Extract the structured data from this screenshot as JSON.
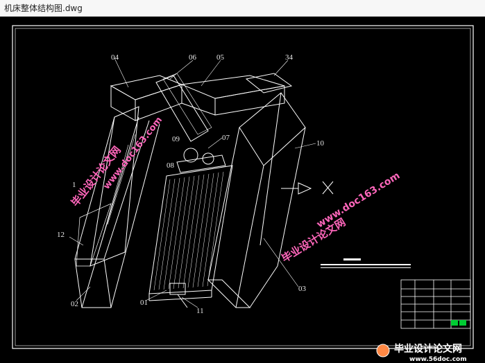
{
  "window": {
    "title": "机床整体结构图.dwg"
  },
  "drawing": {
    "part_labels": [
      "04",
      "06",
      "05",
      "34",
      "07",
      "09",
      "08",
      "10",
      "1",
      "12",
      "02",
      "01",
      "11",
      "03"
    ],
    "watermarks": {
      "left_cn": "毕业设计论文网",
      "left_url": "www.doc163.com",
      "right_cn": "毕业设计论文网",
      "right_url": "www.doc163.com",
      "logo_cn": "毕业设计论文网",
      "logo_url": "www.56doc.com"
    },
    "colors": {
      "background": "#000000",
      "lines": "#ffffff",
      "watermark_pink": "#ff55aa"
    }
  }
}
